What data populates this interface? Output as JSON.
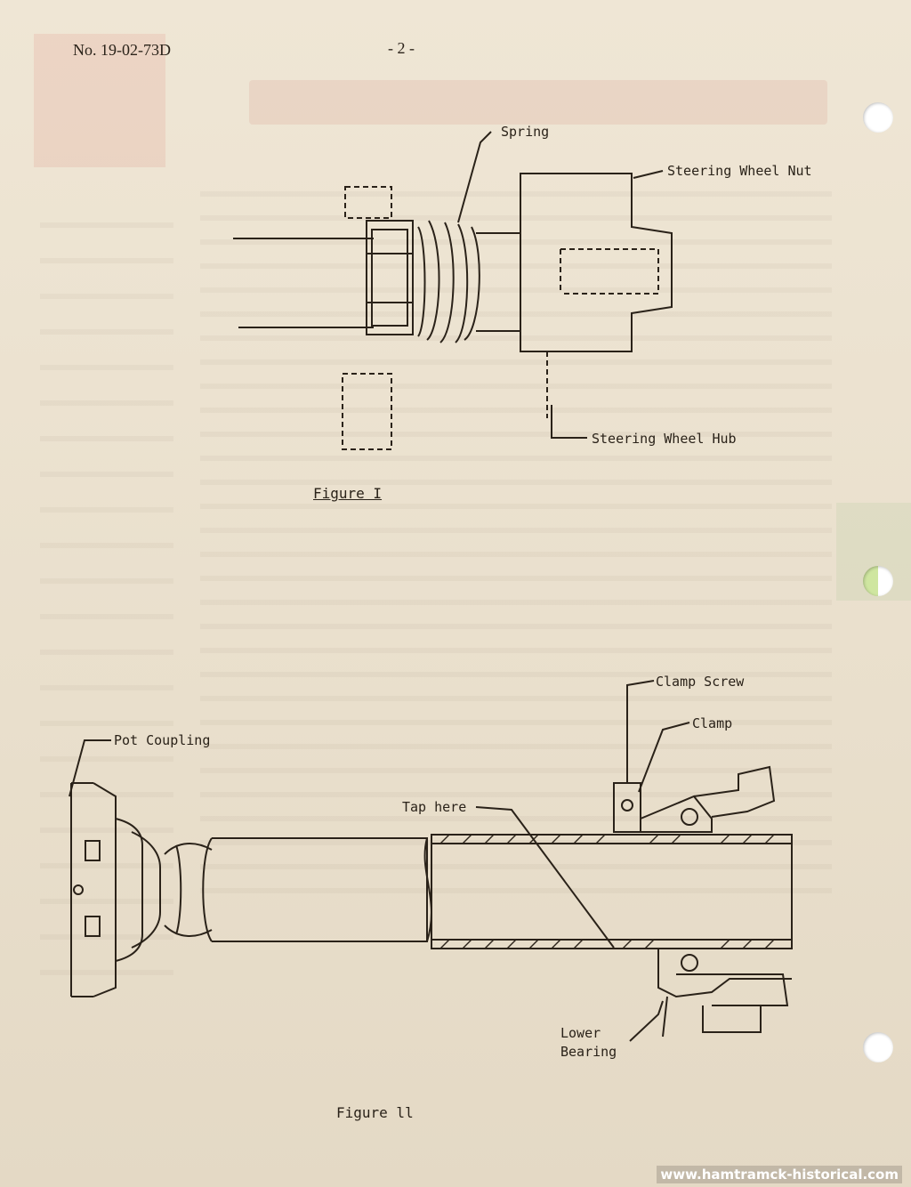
{
  "header": {
    "bulletin_number": "No. 19-02-73D",
    "page_number": "- 2 -"
  },
  "figure1": {
    "title": "Figure I",
    "labels": {
      "spring": "Spring",
      "steering_wheel_nut": "Steering Wheel Nut",
      "steering_wheel_hub": "Steering Wheel Hub"
    }
  },
  "figure2": {
    "title": "Figure ll",
    "labels": {
      "pot_coupling": "Pot Coupling",
      "clamp_screw": "Clamp Screw",
      "clamp": "Clamp",
      "tap_here": "Tap here",
      "lower_bearing_line1": "Lower",
      "lower_bearing_line2": "Bearing"
    }
  },
  "watermark": "www.hamtramck-historical.com",
  "colors": {
    "paper": "#ece3d2",
    "ink": "#2a2219",
    "bleed_red": "#d25a50",
    "hole": "#ffffff"
  }
}
